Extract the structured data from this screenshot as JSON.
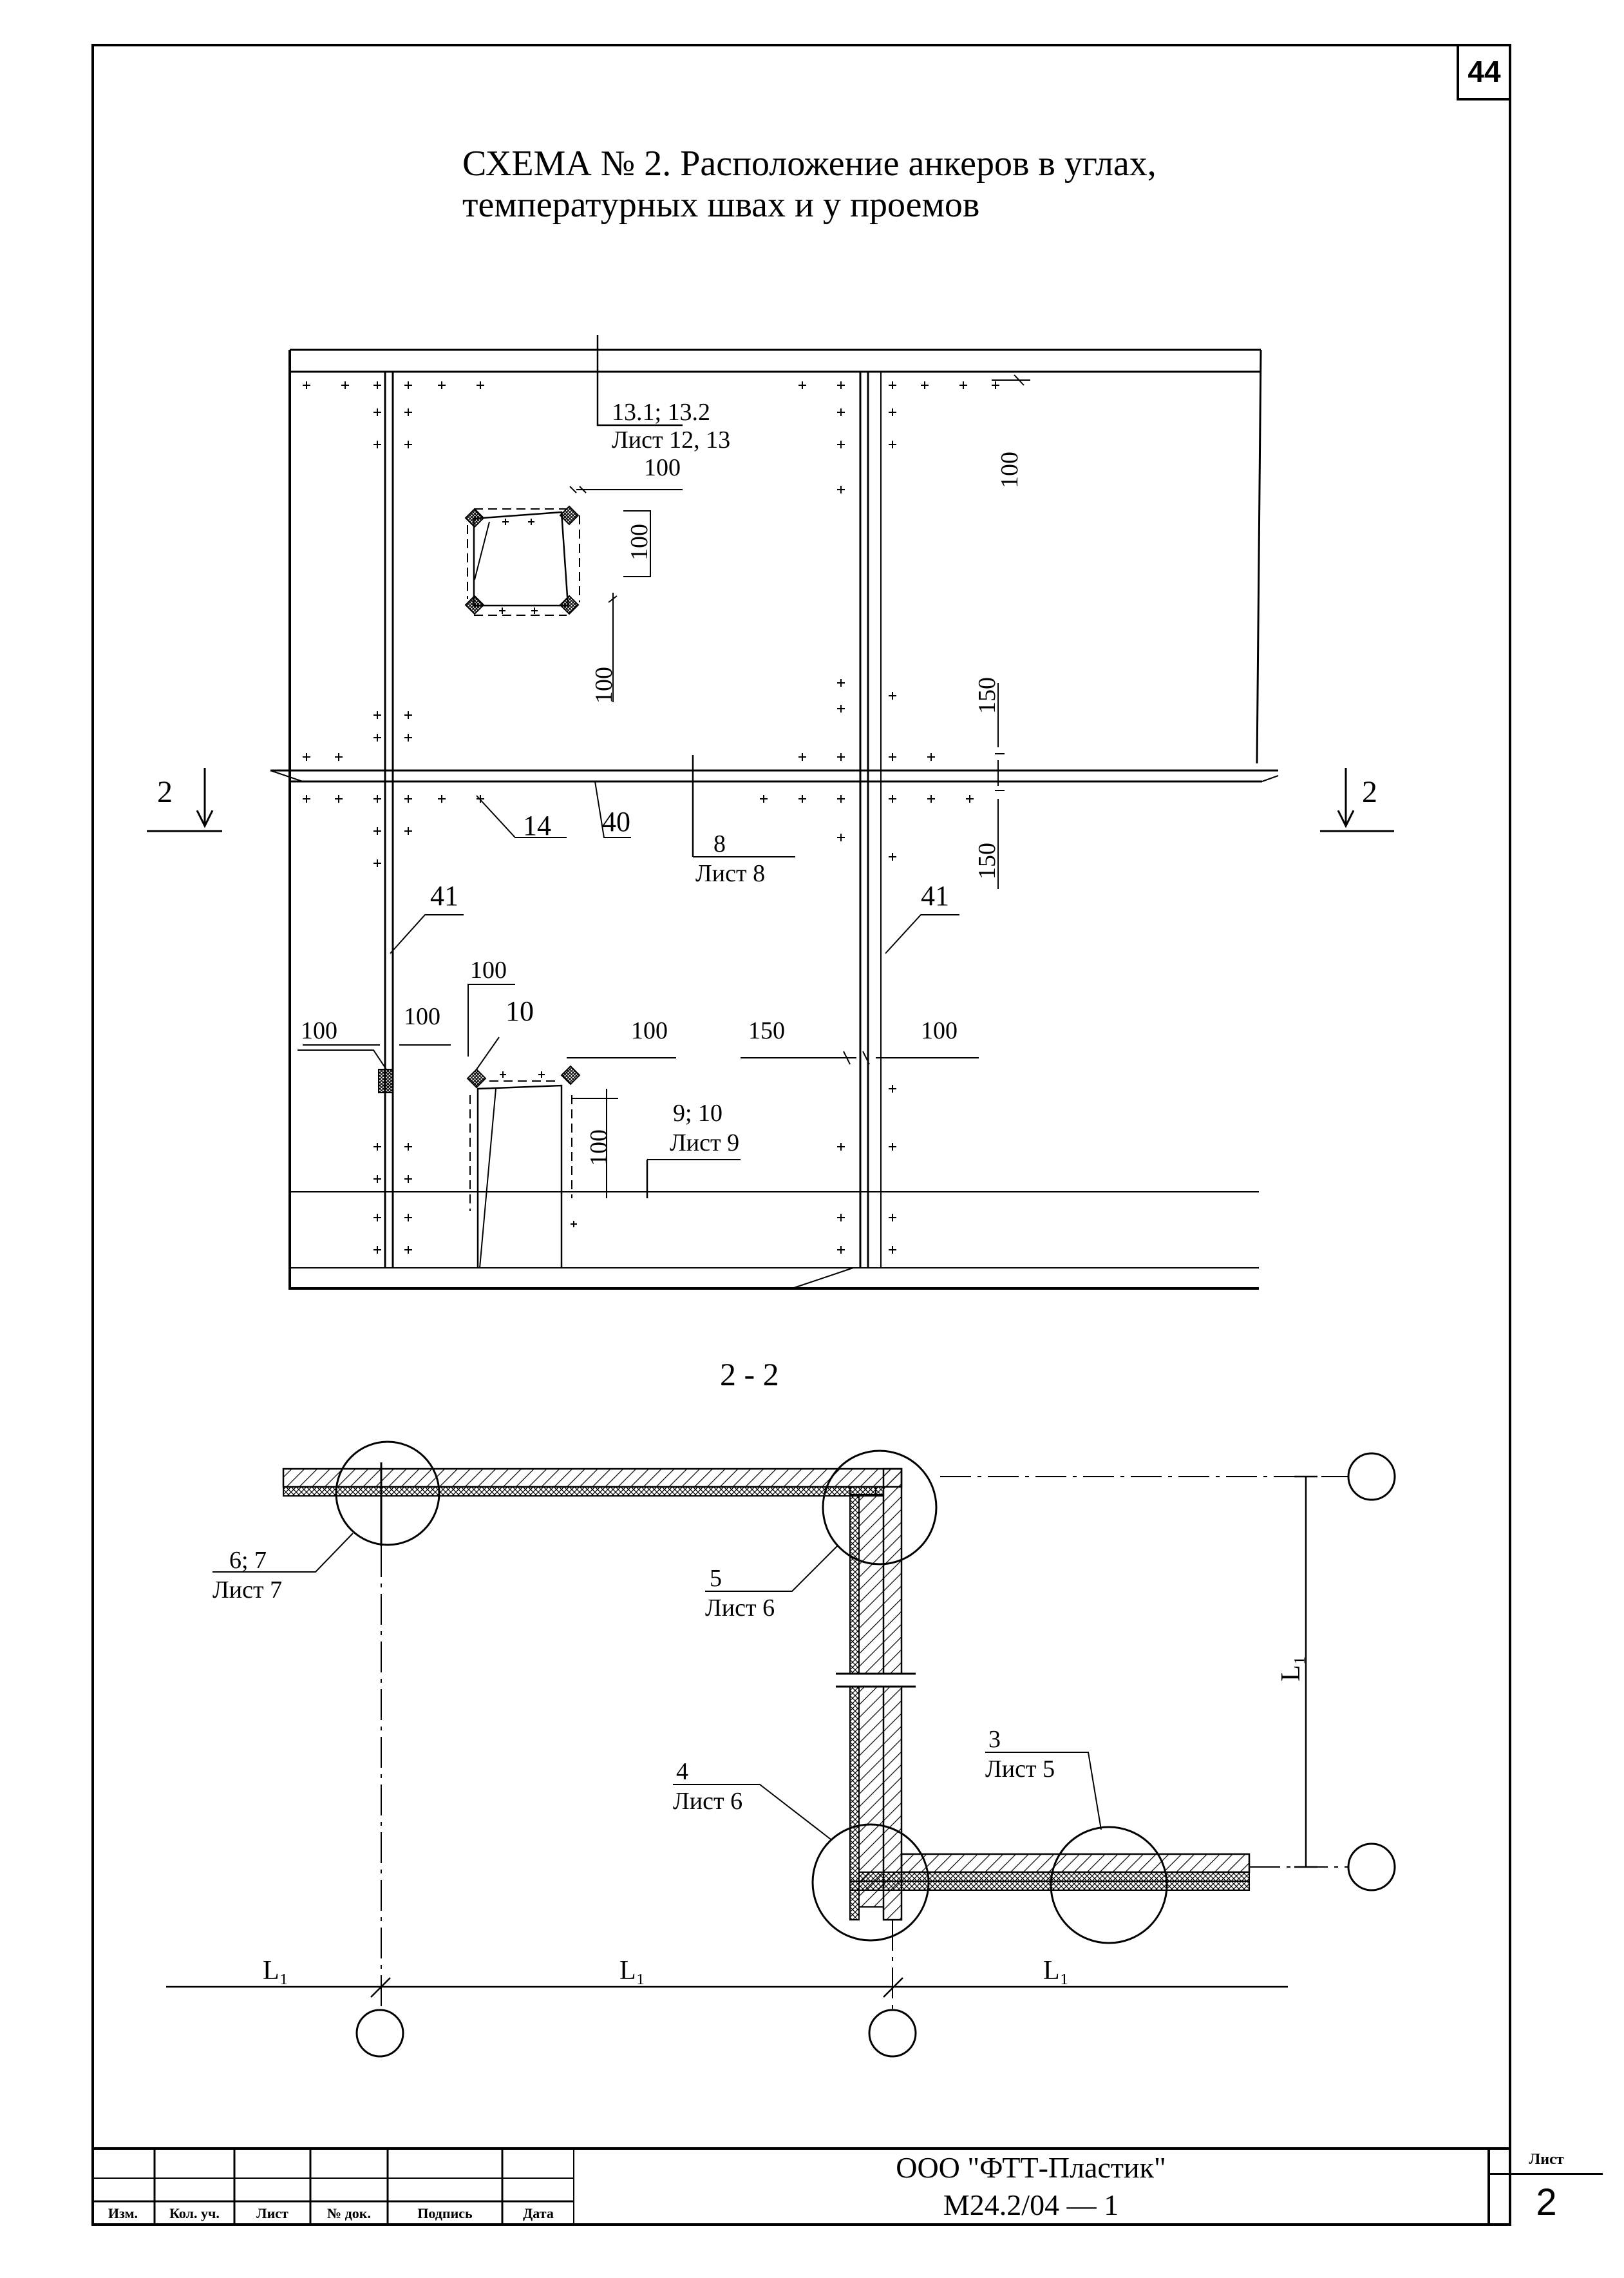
{
  "page_number": "44",
  "title": {
    "line1": "СХЕМА № 2. Расположение анкеров в углах,",
    "line2": "температурных швах и у проемов"
  },
  "elevation": {
    "callouts": {
      "c13": "13.1; 13.2",
      "c13_sheet": "Лист 12, 13",
      "c8": "8",
      "c8_sheet": "Лист 8",
      "c9": "9; 10",
      "c9_sheet": "Лист 9",
      "c14": "14",
      "c40": "40",
      "c41_left": "41",
      "c41_right": "41",
      "c10": "10"
    },
    "dimensions": {
      "d_win_top": "100",
      "d_win_side": "100",
      "d_win_bottom": "100",
      "d_top_right": "100",
      "d_joint_up": "150",
      "d_joint_down": "150",
      "d_door_top": "100",
      "d_door_left_a": "100",
      "d_door_left_b": "100",
      "d_door_right": "100",
      "d_door_side": "100",
      "d_col_left": "150",
      "d_col_right": "100"
    },
    "section_mark": "2"
  },
  "section": {
    "title": "2 - 2",
    "callouts": {
      "c67": "6; 7",
      "c67_sheet": "Лист 7",
      "c5": "5",
      "c5_sheet": "Лист 6",
      "c4": "4",
      "c4_sheet": "Лист 6",
      "c3": "3",
      "c3_sheet": "Лист 5"
    },
    "dim_label": "L₁"
  },
  "stamp": {
    "headers": [
      "Изм.",
      "Кол. уч.",
      "Лист",
      "№ док.",
      "Подпись",
      "Дата"
    ],
    "organization": "ООО \"ФТТ-Пластик\"",
    "document_code": "М24.2/04 — 1",
    "sheet_label": "Лист",
    "sheet_number": "2"
  }
}
